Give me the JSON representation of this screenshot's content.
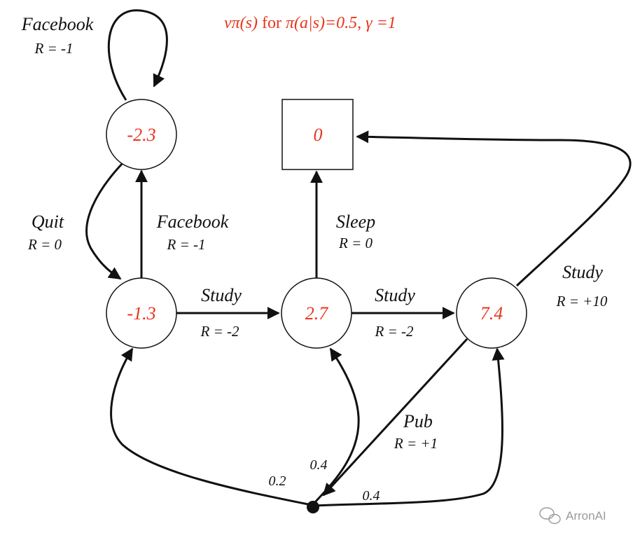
{
  "colors": {
    "value": "#e8341c",
    "line": "#111111",
    "watermark": "#9a9a9a"
  },
  "title": {
    "prefix": "vπ(s)",
    "mid": " for ",
    "suffix": "π(a|s)=0.5, γ =1"
  },
  "states": {
    "facebook": "-2.3",
    "class1": "-1.3",
    "class2": "2.7",
    "class3": "7.4",
    "sleep": "0"
  },
  "edges": {
    "facebook_loop": {
      "action": "Facebook",
      "reward": "R = -1"
    },
    "quit": {
      "action": "Quit",
      "reward": "R = 0"
    },
    "to_facebook": {
      "action": "Facebook",
      "reward": "R = -1"
    },
    "study1": {
      "action": "Study",
      "reward": "R = -2"
    },
    "study2": {
      "action": "Study",
      "reward": "R = -2"
    },
    "sleep": {
      "action": "Sleep",
      "reward": "R = 0"
    },
    "study3": {
      "action": "Study",
      "reward": "R = +10"
    },
    "pub": {
      "action": "Pub",
      "reward": "R = +1"
    }
  },
  "probabilities": {
    "to_class1": "0.2",
    "to_class2": "0.4",
    "to_class3": "0.4"
  },
  "watermark": {
    "icon": "wechat-icon",
    "text": "ArronAI"
  }
}
